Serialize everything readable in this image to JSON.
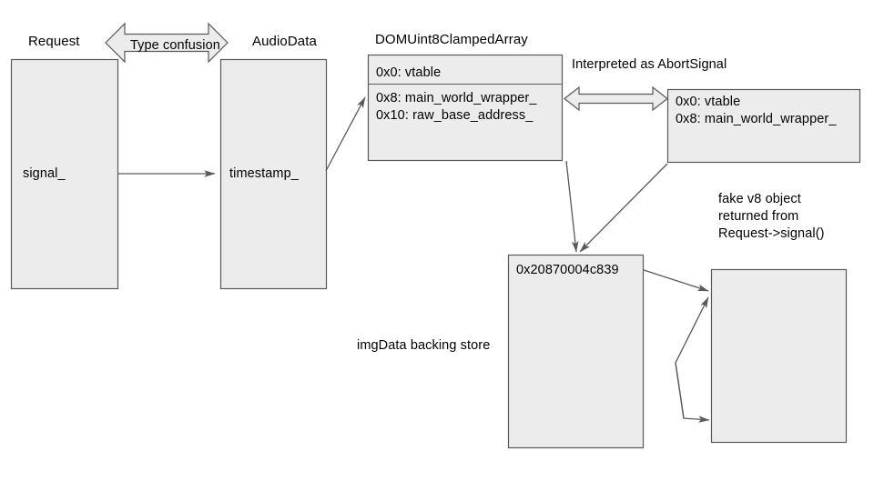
{
  "diagram": {
    "title_labels": {
      "request": "Request",
      "audiodata": "AudioData",
      "domuint8clampedarray": "DOMUint8ClampedArray",
      "interpreted_as_abortsignal": "Interpreted as AbortSignal",
      "imgdata_backing_store": "imgData backing store",
      "fake_v8_object": "fake v8 object\nreturned from\nRequest->signal()"
    },
    "type_confusion_arrow": {
      "label": "Type confusion"
    },
    "boxes": {
      "request": {
        "name": "Request",
        "field": "signal_"
      },
      "audiodata": {
        "name": "AudioData",
        "field": "timestamp_"
      },
      "domuint8clampedarray": {
        "name": "DOMUint8ClampedArray",
        "rows": [
          "0x0: vtable",
          "0x8: main_world_wrapper_",
          "0x10: raw_base_address_"
        ]
      },
      "abortsignal": {
        "name": "AbortSignal",
        "rows": [
          "0x0: vtable",
          "0x8: main_world_wrapper_"
        ]
      },
      "imgdata": {
        "name": "imgData backing store",
        "value": "0x20870004c839"
      },
      "fake_v8_object": {
        "name": "fake v8 object"
      }
    },
    "colors": {
      "box_fill": "#ececec",
      "box_stroke": "#595959",
      "arrow_stroke": "#595959",
      "text": "#000000",
      "background": "#ffffff"
    }
  }
}
